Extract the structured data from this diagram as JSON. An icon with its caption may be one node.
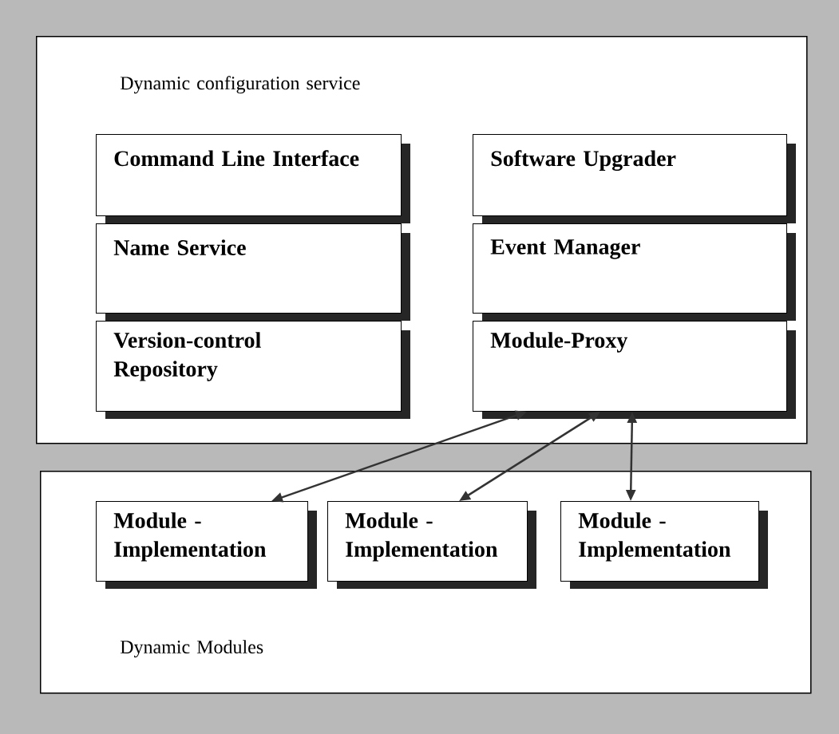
{
  "diagram": {
    "nodes": [
      {
        "text": [
          "Dynamic configuration service"
        ]
      },
      {
        "text": [
          "Command Line Interface"
        ],
        "in": 0
      },
      {
        "text": [
          "Software Upgrader"
        ],
        "in": 0
      },
      {
        "text": [
          "Name Service"
        ],
        "in": 0
      },
      {
        "text": [
          "Event Manager"
        ],
        "in": 0
      },
      {
        "text": [
          "Version-control Repository"
        ],
        "in": 0
      },
      {
        "text": [
          "Module-Proxy"
        ],
        "in": 0
      },
      {
        "text": [
          "Dynamic Modules"
        ]
      },
      {
        "text": [
          "Module - Implementation"
        ],
        "in": 7
      },
      {
        "text": [
          "Module - Implementation"
        ],
        "in": 7
      },
      {
        "text": [
          "Module - Implementation"
        ],
        "in": 7
      }
    ],
    "edges": [
      {
        "from": 6,
        "to": 8,
        "arrow": "both"
      },
      {
        "from": 6,
        "to": 9,
        "arrow": "both"
      },
      {
        "from": 6,
        "to": 10,
        "arrow": "both"
      }
    ]
  }
}
